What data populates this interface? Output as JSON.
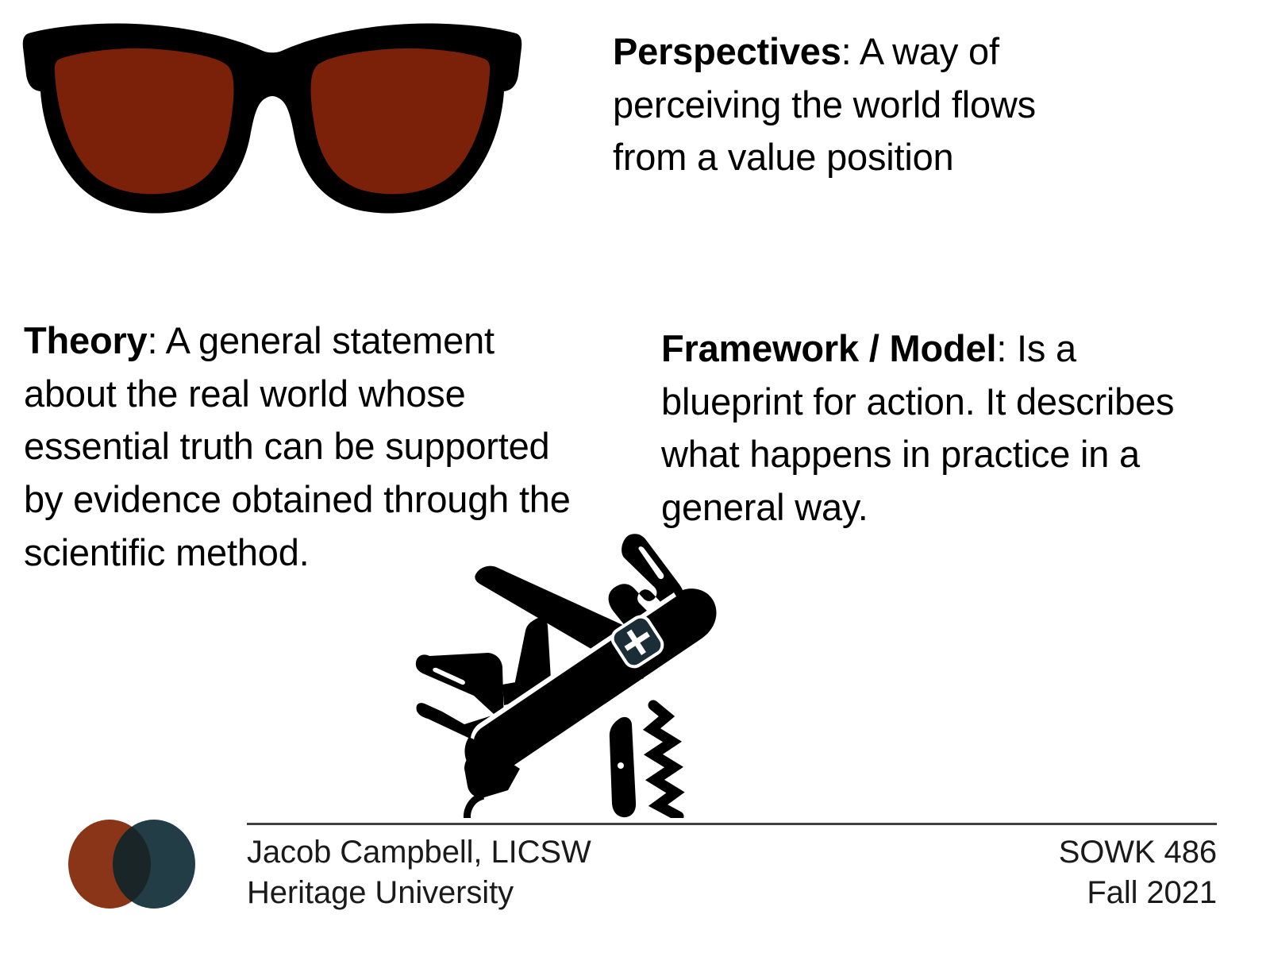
{
  "slide": {
    "background_color": "#ffffff",
    "text_color": "#000000"
  },
  "definitions": {
    "perspectives": {
      "term": "Perspectives",
      "separator": ": ",
      "body": "A way of perceiving the world flows from a value position"
    },
    "theory": {
      "term": "Theory",
      "separator": ": ",
      "body": "A general statement about the real world whose essential truth can be supported by evidence obtained through the scientific method."
    },
    "framework": {
      "term": "Framework / Model",
      "separator": ": ",
      "body": "Is a blueprint for action. It describes what happens in practice in a general way."
    }
  },
  "illustrations": {
    "sunglasses": {
      "icon_name": "sunglasses-icon",
      "frame_color": "#000000",
      "lens_color": "#7b2109"
    },
    "swiss_army_knife": {
      "icon_name": "swiss-army-knife-icon",
      "body_color": "#000000",
      "emblem_color": "#1b2e38",
      "emblem_symbol": "+",
      "emblem_symbol_color": "#ffffff"
    },
    "logo": {
      "icon_name": "heritage-venn-logo-icon",
      "left_circle_color": "#8a3418",
      "right_circle_color": "#233d46",
      "overlap_color": "#1a2528"
    }
  },
  "footer": {
    "presenter": "Jacob Campbell, LICSW",
    "institution": "Heritage University",
    "course": "SOWK 486",
    "term": "Fall 2021",
    "rule_color": "#3f3f3f"
  }
}
